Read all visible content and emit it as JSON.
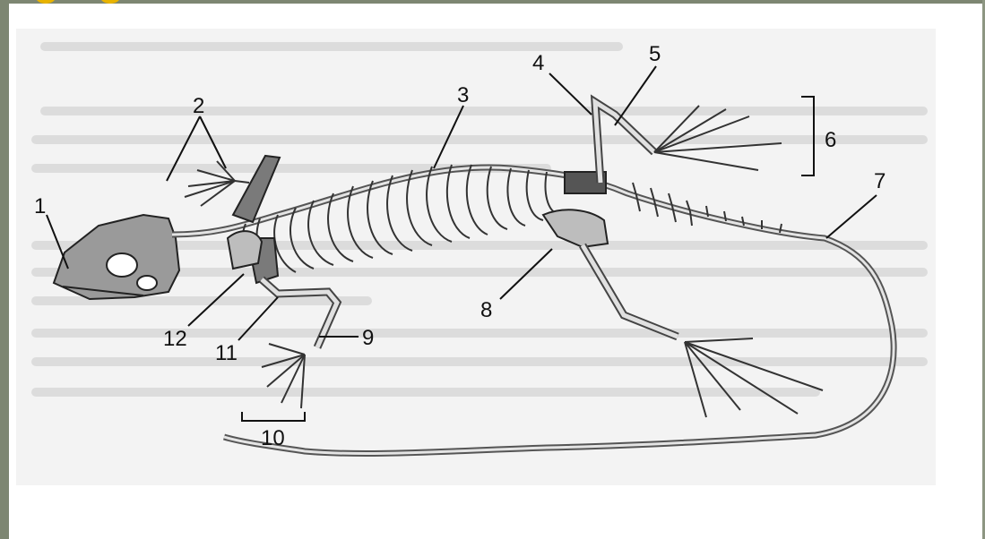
{
  "diagram": {
    "labels": {
      "l1": "1",
      "l2": "2",
      "l3": "3",
      "l4": "4",
      "l5": "5",
      "l6": "6",
      "l7": "7",
      "l8": "8",
      "l9": "9",
      "l10": "10",
      "l11": "11",
      "l12": "12"
    }
  },
  "colors": {
    "frame": "#7d8672",
    "accent_dot": "#e8b300",
    "bone": "#d9d9d9",
    "ink": "#111111"
  }
}
